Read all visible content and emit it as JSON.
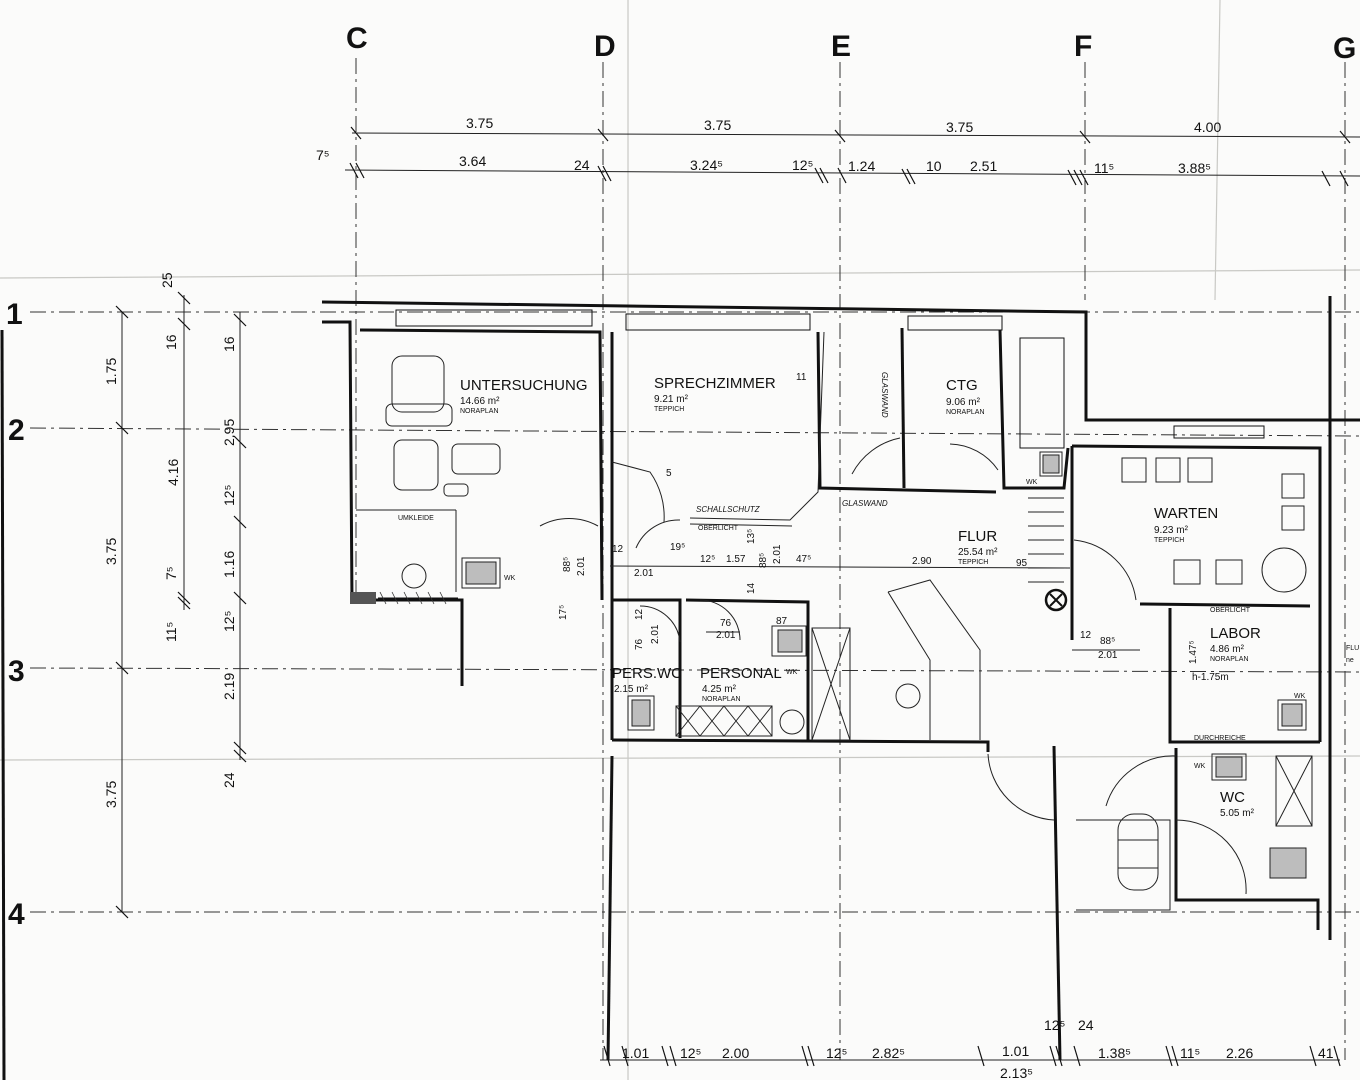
{
  "grid": {
    "columns": [
      "C",
      "D",
      "E",
      "F",
      "G"
    ],
    "rows": [
      "1",
      "2",
      "3",
      "4"
    ]
  },
  "dimensions": {
    "top_row1": [
      "3.75",
      "3.75",
      "3.75",
      "4.00"
    ],
    "top_row2": [
      "7⁵",
      "3.64",
      "24",
      "3.24⁵",
      "12⁵",
      "1.24",
      "10",
      "2.51",
      "11⁵",
      "3.88⁵"
    ],
    "left_outer": [
      "1.75",
      "3.75",
      "3.75"
    ],
    "left_middle": [
      "25",
      "16",
      "4.16",
      "7⁵",
      "11⁵"
    ],
    "left_inner": [
      "16",
      "2.95",
      "12⁵",
      "1.16",
      "12⁵",
      "2.19",
      "24"
    ],
    "bottom_row": [
      "1.01",
      "12⁵",
      "2.00",
      "12⁵",
      "2.82⁵",
      "1.01",
      "2.13⁵",
      "12⁵",
      "24",
      "1.38⁵",
      "11⁵",
      "2.26",
      "41"
    ],
    "interior": [
      "2.01",
      "88⁵",
      "12",
      "19⁵",
      "12⁵",
      "1.57",
      "88⁵",
      "2.01",
      "47⁵",
      "2.01",
      "13⁵",
      "14",
      "17⁵",
      "76",
      "2.01",
      "76",
      "12",
      "87",
      "2.01",
      "2.90",
      "95",
      "12",
      "88⁵",
      "2.01",
      "1.47⁵",
      "h-1.75m",
      "11",
      "5"
    ]
  },
  "rooms": [
    {
      "name": "UNTERSUCHUNG",
      "area": "14.66 m²",
      "floor": "NORAPLAN"
    },
    {
      "name": "SPRECHZIMMER",
      "area": "9.21 m²",
      "floor": "TEPPICH"
    },
    {
      "name": "CTG",
      "area": "9.06 m²",
      "floor": "NORAPLAN"
    },
    {
      "name": "WARTEN",
      "area": "9.23 m²",
      "floor": "TEPPICH"
    },
    {
      "name": "FLUR",
      "area": "25.54 m²",
      "floor": "TEPPICH"
    },
    {
      "name": "LABOR",
      "area": "4.86 m²",
      "floor": "NORAPLAN"
    },
    {
      "name": "PERS.WC",
      "area": "2.15 m²",
      "floor": ""
    },
    {
      "name": "PERSONAL",
      "area": "4.25 m²",
      "floor": "NORAPLAN"
    },
    {
      "name": "WC",
      "area": "5.05 m²",
      "floor": ""
    }
  ],
  "labels": {
    "umkleide": "UMKLEIDE",
    "wk": "WK",
    "oberlicht": "OBERLICHT",
    "durchreiche": "DURCHREICHE",
    "schallschutz": "SCHALLSCHUTZ",
    "glaswand": "GLASWAND",
    "edge_flu": "FLU",
    "edge_ne": "ne"
  },
  "colors": {
    "line": "#111111",
    "paper": "#fbfbfa",
    "fill_gray": "#bdbdbd"
  }
}
